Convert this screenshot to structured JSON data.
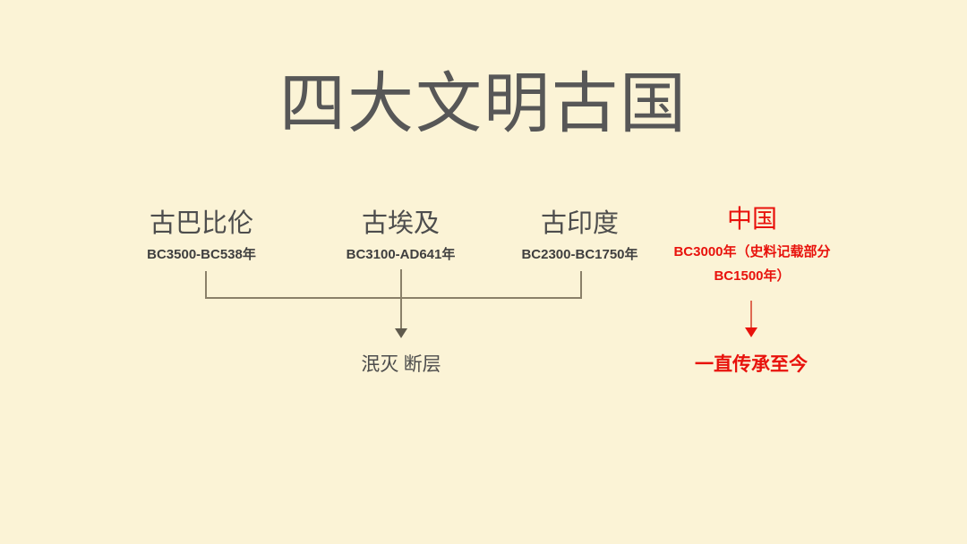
{
  "slide": {
    "title": "四大文明古国",
    "background_color": "#fbf3d6",
    "title_color": "#575757",
    "accent_color": "#e8120c",
    "line_color": "#8a8069"
  },
  "civilizations": [
    {
      "name": "古巴比伦",
      "years": "BC3500-BC538年",
      "outcome_group": "left"
    },
    {
      "name": "古埃及",
      "years": "BC3100-AD641年",
      "outcome_group": "left"
    },
    {
      "name": "古印度",
      "years": "BC2300-BC1750年",
      "outcome_group": "left"
    },
    {
      "name": "中国",
      "years_line1": "BC3000年（史料记载部分",
      "years_line2": "BC1500年）",
      "outcome_group": "right"
    }
  ],
  "outcomes": {
    "left": "泯灭 断层",
    "right": "一直传承至今"
  },
  "icons": {
    "group_bracket": "bracket-shape",
    "down_arrow_gray": "arrow-down-icon",
    "down_arrow_red": "arrow-down-icon"
  }
}
